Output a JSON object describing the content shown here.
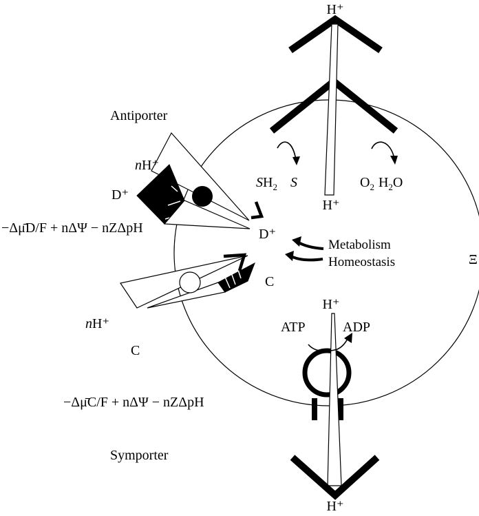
{
  "labels": {
    "h_top": "H⁺",
    "h_center": "H⁺",
    "h_atp": "H⁺",
    "h_bottom": "H⁺",
    "antiporter": "Antiporter",
    "symporter": "Symporter",
    "sh2_s": "S",
    "sh2_h": "H",
    "sh2_2": "2",
    "s": "S",
    "o2_o": "O",
    "o2_2": "2",
    "h2o_h": "H",
    "h2o_2": "2",
    "h2o_o": "O",
    "nh_antiporter_n": "n",
    "nh_antiporter_h": "H⁺",
    "d_outside": "D⁺",
    "d_inside": "D⁺",
    "eq_d": "−Δμ̄D/F + nΔΨ − nZΔpH",
    "metabolism": "Metabolism",
    "homeostasis": "Homeostasis",
    "side_mark": "Ξ",
    "c_inside": "C",
    "c_outside": "C",
    "nh_symporter_n": "n",
    "nh_symporter_h": "H⁺",
    "atp": "ATP",
    "adp": "ADP",
    "eq_c": "−Δμ̄C/F + nΔΨ − nZΔpH"
  },
  "colors": {
    "ink": "#000000",
    "paper": "#ffffff"
  }
}
